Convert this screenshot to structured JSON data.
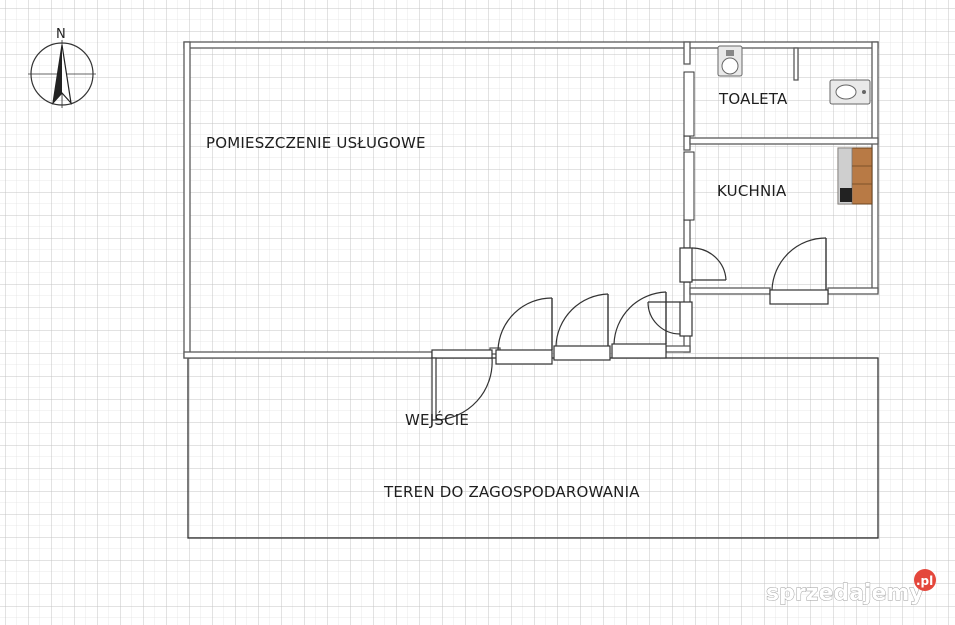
{
  "compass": {
    "letter": "N"
  },
  "rooms": {
    "service_room": "POMIESZCZENIE USŁUGOWE",
    "toilet": "TOALETA",
    "kitchen": "KUCHNIA",
    "entrance": "WEJŚCIE",
    "land": "TEREN DO ZAGOSPODAROWANIA"
  },
  "watermark": {
    "text": "sprzedajemy",
    "badge": ".pl"
  },
  "colors": {
    "grid": "#c9c9c9",
    "grid_fine": "#e3e3e3",
    "wall": "#5a5a5a",
    "badge": "#e4473c",
    "kitchen_counter": "#b87a45"
  },
  "icons": [
    "compass-icon",
    "toilet-icon",
    "sink-icon",
    "kitchen-cabinet-icon",
    "door-icon"
  ]
}
